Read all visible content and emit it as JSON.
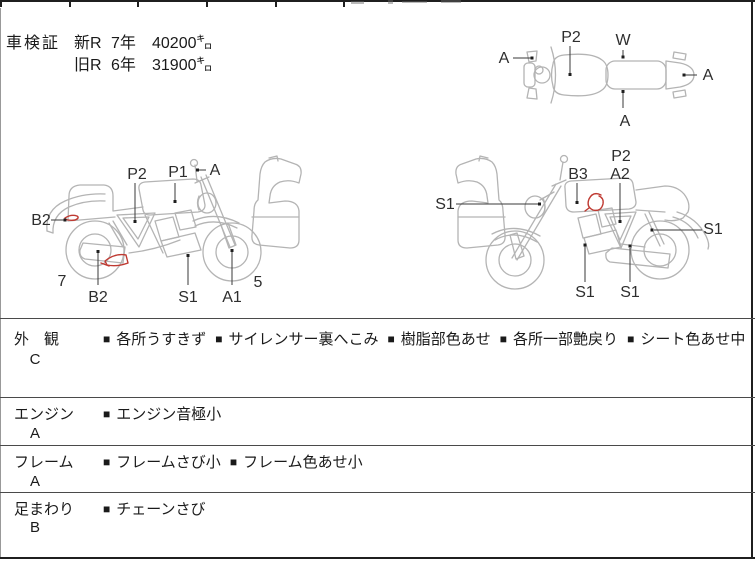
{
  "registration": {
    "title": "車検証",
    "rows": [
      {
        "era": "新R",
        "year": "7年",
        "mileage": "40200㌔"
      },
      {
        "era": "旧R",
        "year": "6年",
        "mileage": "31900㌔"
      }
    ]
  },
  "diagrams": {
    "top_view": {
      "labels": [
        "A",
        "P2",
        "W",
        "A",
        "A"
      ]
    },
    "left_side": {
      "labels": [
        "P2",
        "P1",
        "A",
        "B2",
        "7",
        "B2",
        "S1",
        "A1",
        "5"
      ]
    },
    "right_side": {
      "labels": [
        "S1",
        "B3",
        "P2",
        "A2",
        "S1",
        "S1",
        "S1"
      ]
    }
  },
  "bullet": "■",
  "sections": [
    {
      "name": "外　観",
      "grade": "C",
      "items": [
        "各所うすきず",
        "サイレンサー裏へこみ",
        "樹脂部色あせ",
        "各所一部艶戻り",
        "シート色あせ中"
      ]
    },
    {
      "name": "エンジン",
      "grade": "A",
      "items": [
        "エンジン音極小"
      ]
    },
    {
      "name": "フレーム",
      "grade": "A",
      "items": [
        "フレームさび小",
        "フレーム色あせ小"
      ]
    },
    {
      "name": "足まわり",
      "grade": "B",
      "items": [
        "チェーンさび"
      ]
    }
  ],
  "colors": {
    "sketch": "#b4b4b4",
    "ink": "#1a1a1a",
    "marker_red": "#bf3a32"
  }
}
